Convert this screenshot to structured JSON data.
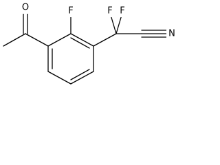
{
  "molecule": {
    "atoms": {
      "carbonyl_oxygen": "O",
      "ring_fluorine": "F",
      "cf2_fluorine_left": "F",
      "cf2_fluorine_right": "F",
      "nitrile_nitrogen": "N"
    },
    "colors": {
      "bond": "#000000",
      "label": "#000000",
      "background": "#ffffff"
    }
  }
}
